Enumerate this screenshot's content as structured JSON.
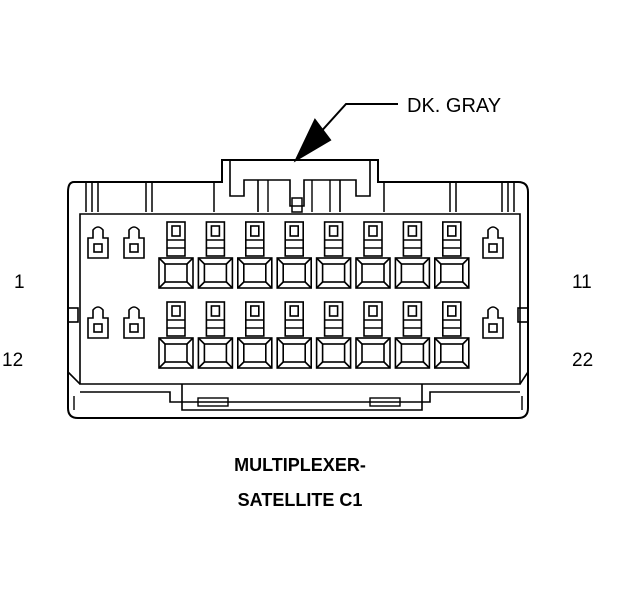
{
  "callout": {
    "label": "DK. GRAY"
  },
  "pin_numbers": {
    "top_left": "1",
    "top_right": "11",
    "bottom_left": "12",
    "bottom_right": "22"
  },
  "title": {
    "line1": "MULTIPLEXER-",
    "line2": "SATELLITE C1"
  },
  "connector": {
    "rows": 2,
    "square_cavities_per_row": 8,
    "small_cavities_left_per_row": 2,
    "small_cavities_right_per_row": 1
  }
}
